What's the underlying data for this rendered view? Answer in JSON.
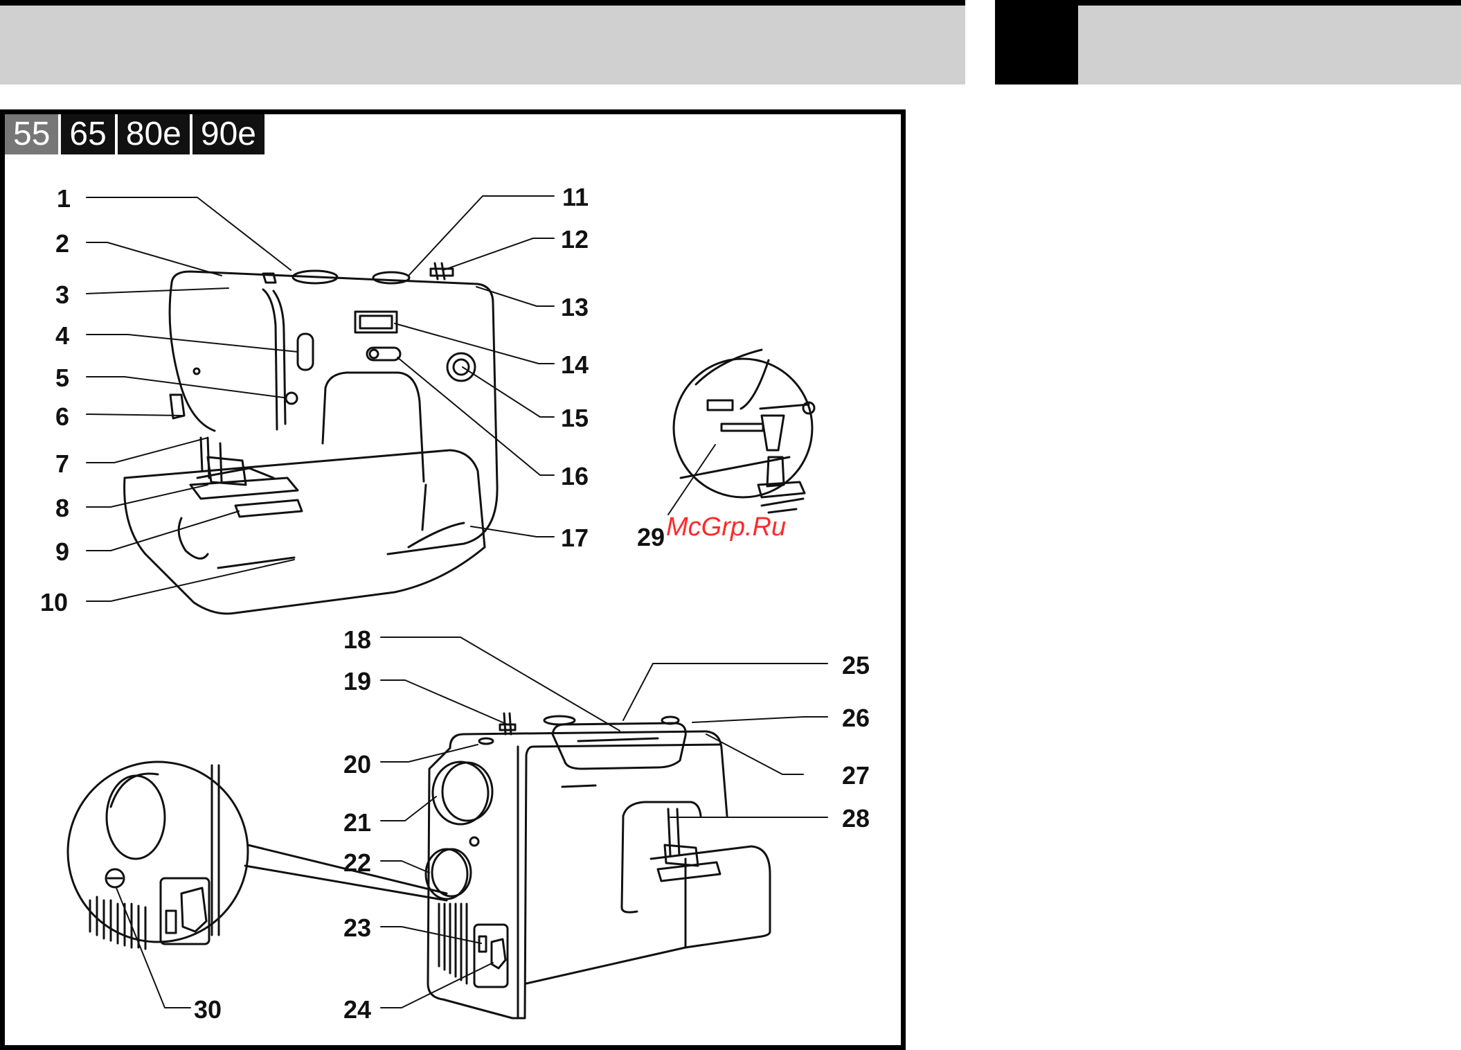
{
  "models": [
    {
      "label": "55",
      "active": true
    },
    {
      "label": "65",
      "active": false
    },
    {
      "label": "80e",
      "active": false
    },
    {
      "label": "90e",
      "active": false
    }
  ],
  "callouts": {
    "c1": "1",
    "c2": "2",
    "c3": "3",
    "c4": "4",
    "c5": "5",
    "c6": "6",
    "c7": "7",
    "c8": "8",
    "c9": "9",
    "c10": "10",
    "c11": "11",
    "c12": "12",
    "c13": "13",
    "c14": "14",
    "c15": "15",
    "c16": "16",
    "c17": "17",
    "c18": "18",
    "c19": "19",
    "c20": "20",
    "c21": "21",
    "c22": "22",
    "c23": "23",
    "c24": "24",
    "c25": "25",
    "c26": "26",
    "c27": "27",
    "c28": "28",
    "c29": "29",
    "c30": "30"
  },
  "watermark": "McGrp.Ru"
}
